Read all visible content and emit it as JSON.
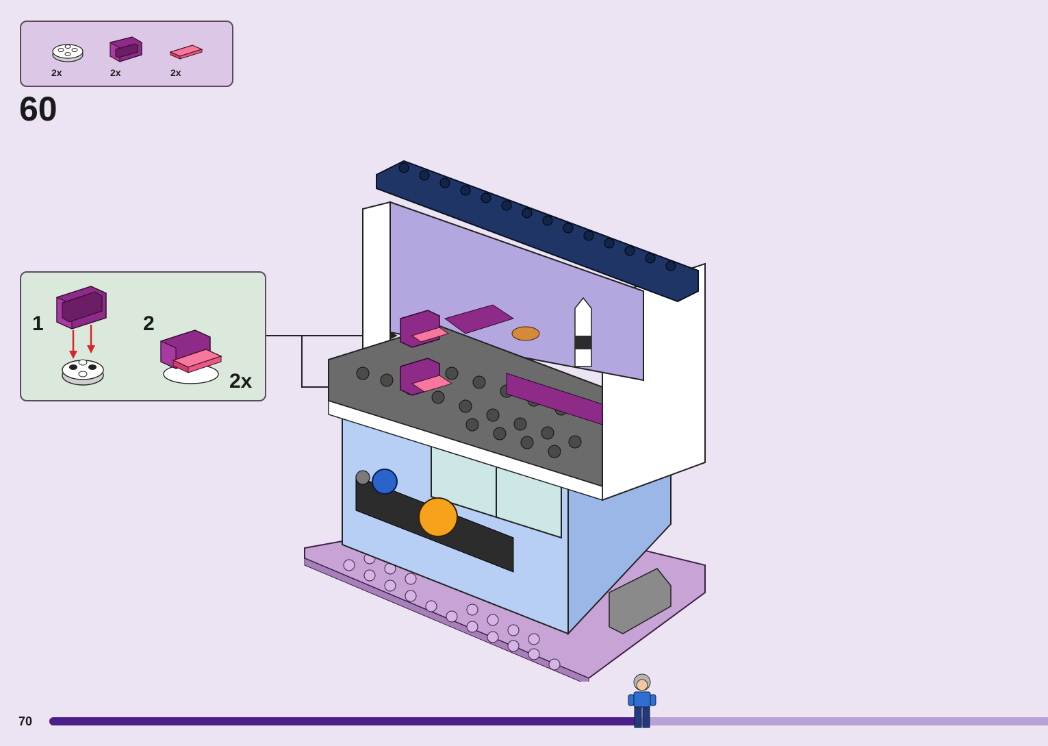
{
  "parts_list": {
    "items": [
      {
        "icon": "white-round-plate-icon",
        "qty": "2x"
      },
      {
        "icon": "magenta-armchair-icon",
        "qty": "2x"
      },
      {
        "icon": "pink-tile-icon",
        "qty": "2x"
      }
    ]
  },
  "step": {
    "number": "60"
  },
  "sub_assembly": {
    "step1_label": "1",
    "step2_label": "2",
    "multiplier": "2x"
  },
  "footer": {
    "page_number": "70",
    "progress": 0.59
  },
  "colors": {
    "background": "#ece3f3",
    "parts_box": "#dcc8e6",
    "sub_box": "#dbe8dc",
    "progress_fill": "#4b1f8a",
    "progress_track": "#b7a3d6",
    "magenta": "#8e2a87",
    "pink": "#f0578f",
    "navy": "#1e3566",
    "dark_grey": "#5b5b5b",
    "lavender": "#c7a3d6"
  }
}
